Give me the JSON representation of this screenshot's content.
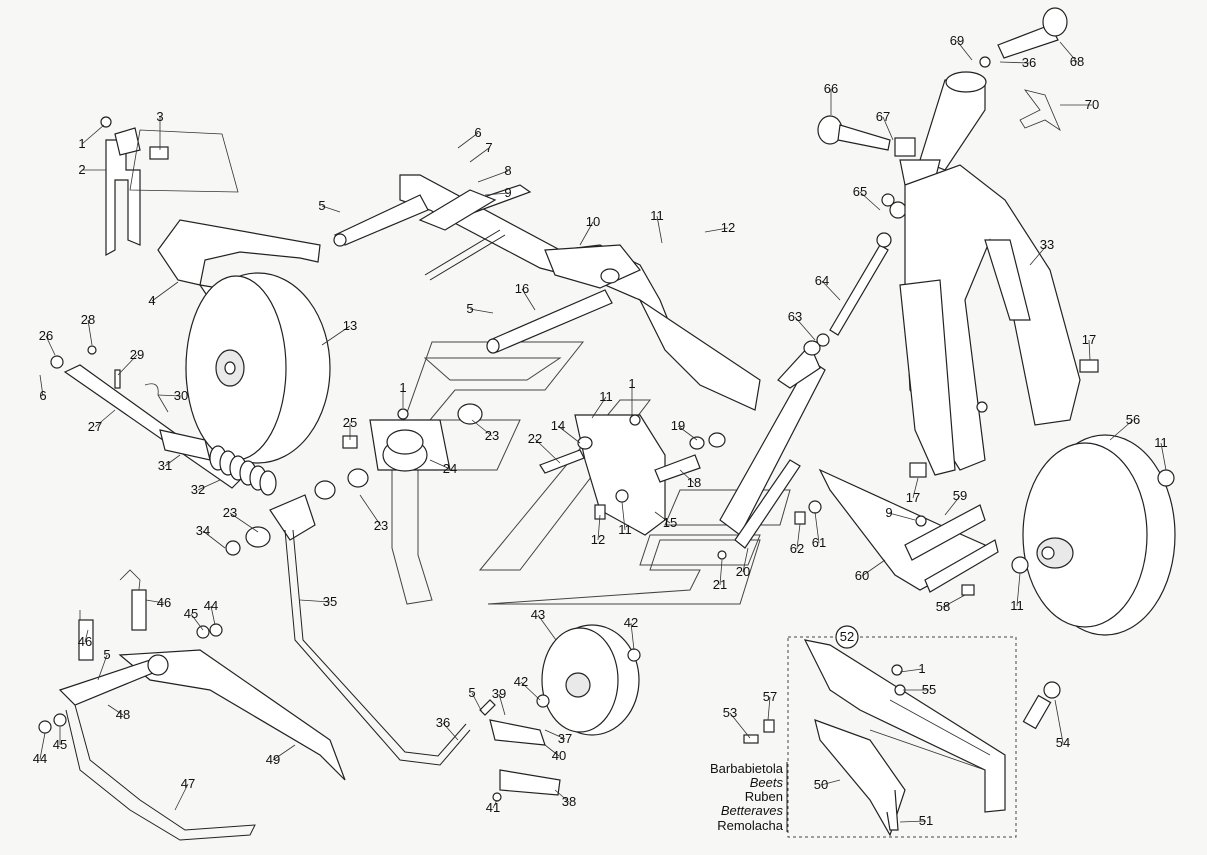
{
  "callouts": [
    {
      "id": "c1a",
      "text": "1"
    },
    {
      "id": "c2",
      "text": "2"
    },
    {
      "id": "c3",
      "text": "3"
    },
    {
      "id": "c4",
      "text": "4"
    },
    {
      "id": "c5a",
      "text": "5"
    },
    {
      "id": "c6a",
      "text": "6"
    },
    {
      "id": "c7",
      "text": "7"
    },
    {
      "id": "c8",
      "text": "8"
    },
    {
      "id": "c9a",
      "text": "9"
    },
    {
      "id": "c10",
      "text": "10"
    },
    {
      "id": "c11a",
      "text": "11"
    },
    {
      "id": "c12a",
      "text": "12"
    },
    {
      "id": "c13",
      "text": "13"
    },
    {
      "id": "c16",
      "text": "16"
    },
    {
      "id": "c5b",
      "text": "5"
    },
    {
      "id": "c26",
      "text": "26"
    },
    {
      "id": "c28",
      "text": "28"
    },
    {
      "id": "c6b",
      "text": "6"
    },
    {
      "id": "c29",
      "text": "29"
    },
    {
      "id": "c30",
      "text": "30"
    },
    {
      "id": "c27",
      "text": "27"
    },
    {
      "id": "c1b",
      "text": "1"
    },
    {
      "id": "c25",
      "text": "25"
    },
    {
      "id": "c23a",
      "text": "23"
    },
    {
      "id": "c24",
      "text": "24"
    },
    {
      "id": "c31",
      "text": "31"
    },
    {
      "id": "c32",
      "text": "32"
    },
    {
      "id": "c23b",
      "text": "23"
    },
    {
      "id": "c23c",
      "text": "23"
    },
    {
      "id": "c34",
      "text": "34"
    },
    {
      "id": "c22",
      "text": "22"
    },
    {
      "id": "c14",
      "text": "14"
    },
    {
      "id": "c11b",
      "text": "11"
    },
    {
      "id": "c1c",
      "text": "1"
    },
    {
      "id": "c19",
      "text": "19"
    },
    {
      "id": "c18",
      "text": "18"
    },
    {
      "id": "c12b",
      "text": "12"
    },
    {
      "id": "c11c",
      "text": "11"
    },
    {
      "id": "c15",
      "text": "15"
    },
    {
      "id": "c21",
      "text": "21"
    },
    {
      "id": "c20",
      "text": "20"
    },
    {
      "id": "c62",
      "text": "62"
    },
    {
      "id": "c61",
      "text": "61"
    },
    {
      "id": "c63",
      "text": "63"
    },
    {
      "id": "c64",
      "text": "64"
    },
    {
      "id": "c65",
      "text": "65"
    },
    {
      "id": "c66",
      "text": "66"
    },
    {
      "id": "c67",
      "text": "67"
    },
    {
      "id": "c69",
      "text": "69"
    },
    {
      "id": "c36a",
      "text": "36"
    },
    {
      "id": "c68",
      "text": "68"
    },
    {
      "id": "c70",
      "text": "70"
    },
    {
      "id": "c33",
      "text": "33"
    },
    {
      "id": "c17a",
      "text": "17"
    },
    {
      "id": "c56",
      "text": "56"
    },
    {
      "id": "c11d",
      "text": "11"
    },
    {
      "id": "c17b",
      "text": "17"
    },
    {
      "id": "c59",
      "text": "59"
    },
    {
      "id": "c9b",
      "text": "9"
    },
    {
      "id": "c60",
      "text": "60"
    },
    {
      "id": "c58",
      "text": "58"
    },
    {
      "id": "c11e",
      "text": "11"
    },
    {
      "id": "c35",
      "text": "35"
    },
    {
      "id": "c46a",
      "text": "46"
    },
    {
      "id": "c46b",
      "text": "46"
    },
    {
      "id": "c45a",
      "text": "45"
    },
    {
      "id": "c44a",
      "text": "44"
    },
    {
      "id": "c5c",
      "text": "5"
    },
    {
      "id": "c48",
      "text": "48"
    },
    {
      "id": "c44b",
      "text": "44"
    },
    {
      "id": "c45b",
      "text": "45"
    },
    {
      "id": "c47",
      "text": "47"
    },
    {
      "id": "c49",
      "text": "49"
    },
    {
      "id": "c43",
      "text": "43"
    },
    {
      "id": "c42a",
      "text": "42"
    },
    {
      "id": "c42b",
      "text": "42"
    },
    {
      "id": "c5d",
      "text": "5"
    },
    {
      "id": "c39",
      "text": "39"
    },
    {
      "id": "c36b",
      "text": "36"
    },
    {
      "id": "c37",
      "text": "37"
    },
    {
      "id": "c40",
      "text": "40"
    },
    {
      "id": "c41",
      "text": "41"
    },
    {
      "id": "c38",
      "text": "38"
    },
    {
      "id": "c52",
      "text": "52"
    },
    {
      "id": "c1d",
      "text": "1"
    },
    {
      "id": "c55",
      "text": "55"
    },
    {
      "id": "c57",
      "text": "57"
    },
    {
      "id": "c53",
      "text": "53"
    },
    {
      "id": "c54",
      "text": "54"
    },
    {
      "id": "c50",
      "text": "50"
    },
    {
      "id": "c51",
      "text": "51"
    }
  ],
  "legend": {
    "items": [
      {
        "text": "Barbabietola",
        "italic": false
      },
      {
        "text": "Beets",
        "italic": true
      },
      {
        "text": "Ruben",
        "italic": false
      },
      {
        "text": "Betteraves",
        "italic": true
      },
      {
        "text": "Remolacha",
        "italic": false
      }
    ]
  },
  "colors": {
    "line": "#222222",
    "background": "#f7f7f5",
    "callout_blue": "#1f3a93"
  }
}
